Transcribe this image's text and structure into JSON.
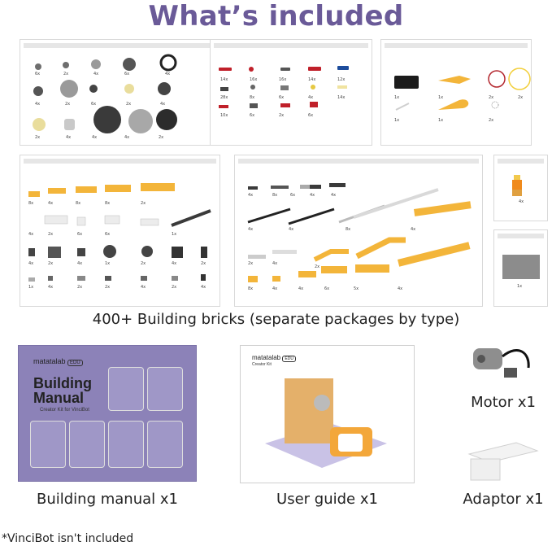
{
  "header": {
    "title": "What’s included"
  },
  "bricks_caption": "400+ Building bricks (separate packages by type)",
  "panels": {
    "gears": {
      "counts": [
        "6x",
        "2x",
        "4x",
        "6x",
        "4x",
        "4x",
        "2x",
        "6x",
        "2x",
        "4x",
        "2x",
        "4x",
        "4x",
        "4x",
        "2x"
      ]
    },
    "pins": {
      "counts": [
        "14x",
        "16x",
        "16x",
        "14x",
        "12x",
        "28x",
        "8x",
        "6x",
        "4x",
        "14x",
        "10x",
        "6x",
        "2x",
        "6x"
      ]
    },
    "tools": {
      "counts": [
        "1x",
        "1x",
        "2x",
        "2x",
        "1x",
        "1x",
        "2x"
      ]
    },
    "plates": {
      "counts": [
        "8x",
        "4x",
        "8x",
        "8x",
        "2x",
        "4x",
        "2x",
        "6x",
        "6x",
        "1x",
        "4x",
        "2x",
        "4x",
        "1x",
        "2x",
        "4x",
        "2x",
        "1x",
        "4x",
        "2x",
        "2x",
        "4x",
        "2x",
        "4x"
      ]
    },
    "beams": {
      "counts": [
        "4x",
        "8x",
        "6x",
        "4x",
        "4x",
        "4x",
        "4x",
        "8x",
        "4x",
        "2x",
        "4x",
        "2x",
        "8x",
        "4x",
        "4x",
        "6x",
        "5x",
        "4x"
      ]
    },
    "figure": {
      "count": "4x"
    },
    "baseplate": {
      "count": "1x"
    }
  },
  "manual": {
    "brand": "matatalab",
    "badge": "EDU",
    "title_line1": "Building",
    "title_line2": "Manual",
    "subtitle": "Creator Kit for VinciBot",
    "caption": "Building manual x1"
  },
  "guide": {
    "brand": "matatalab",
    "badge": "EDU",
    "subtitle": "Creator Kit",
    "caption": "User guide x1"
  },
  "motor": {
    "caption": "Motor x1"
  },
  "adaptor": {
    "caption": "Adaptor x1"
  },
  "footnote": "*VinciBot isn't included",
  "colors": {
    "title": "#6a5a98",
    "brick_yellow": "#f3b53a",
    "manual_purple": "#8c82b8",
    "orange": "#f08a1c"
  }
}
